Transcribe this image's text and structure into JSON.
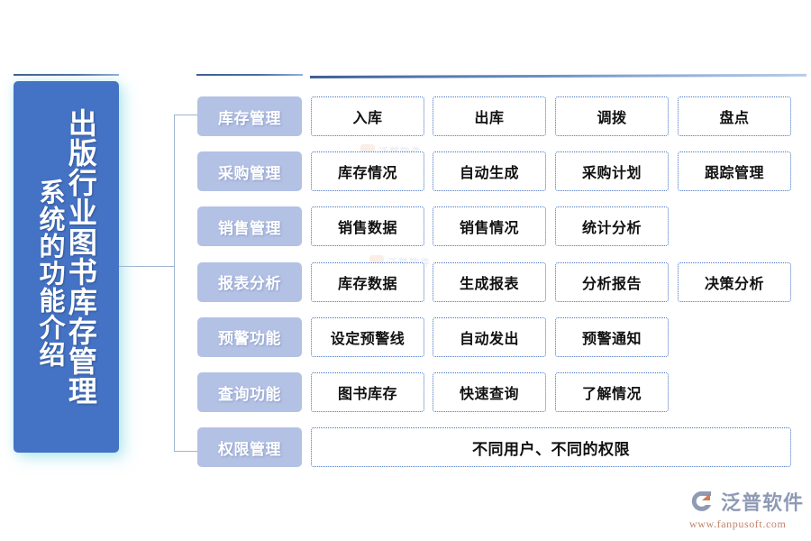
{
  "hero": {
    "title_main": "出版行业图书库存管理",
    "title_sub": "系统的功能介绍"
  },
  "rows": [
    {
      "category": "库存管理",
      "items": [
        "入库",
        "出库",
        "调拨",
        "盘点"
      ]
    },
    {
      "category": "采购管理",
      "items": [
        "库存情况",
        "自动生成",
        "采购计划",
        "跟踪管理"
      ]
    },
    {
      "category": "销售管理",
      "items": [
        "销售数据",
        "销售情况",
        "统计分析"
      ]
    },
    {
      "category": "报表分析",
      "items": [
        "库存数据",
        "生成报表",
        "分析报告",
        "决策分析"
      ]
    },
    {
      "category": "预警功能",
      "items": [
        "设定预警线",
        "自动发出",
        "预警通知"
      ]
    },
    {
      "category": "查询功能",
      "items": [
        "图书库存",
        "快速查询",
        "了解情况"
      ]
    },
    {
      "category": "权限管理",
      "items": [
        "不同用户、不同的权限"
      ]
    }
  ],
  "watermark": {
    "text": "泛普软件",
    "icon": "fanpu-logo-icon"
  },
  "brand": {
    "name": "泛普软件",
    "url": "www.fanpusoft.com",
    "icon": "fanpu-logo-icon"
  },
  "colors": {
    "hero_blue": "#4472c4",
    "category_blue": "#b3c1e5",
    "item_border": "#4472c4",
    "connector": "#9fb4cf",
    "brand_text": "#8f9ab4",
    "brand_url": "#c2836b"
  }
}
